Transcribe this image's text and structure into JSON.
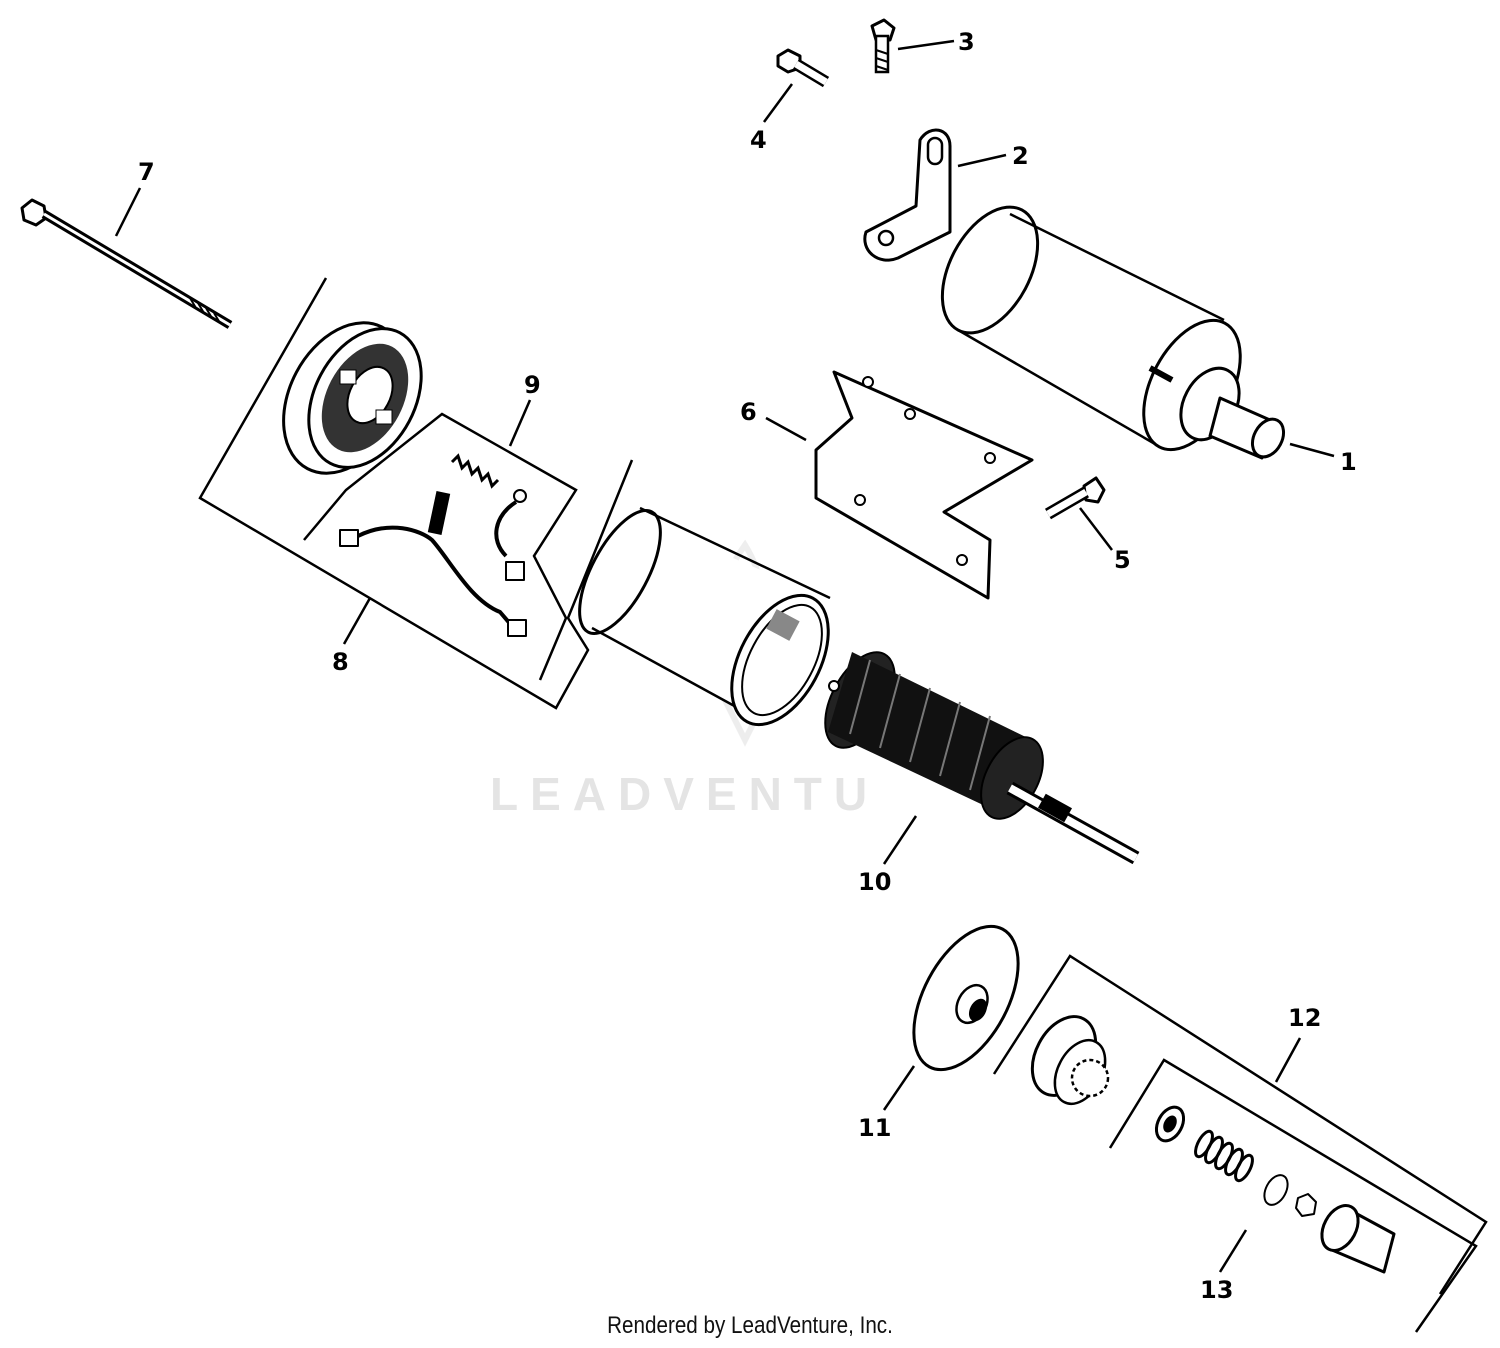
{
  "watermark": "LEADVENTU",
  "credit": "Rendered by LeadVenture, Inc.",
  "callouts": [
    {
      "id": "1",
      "text": "1"
    },
    {
      "id": "2",
      "text": "2"
    },
    {
      "id": "3",
      "text": "3"
    },
    {
      "id": "4",
      "text": "4"
    },
    {
      "id": "5",
      "text": "5"
    },
    {
      "id": "6",
      "text": "6"
    },
    {
      "id": "7",
      "text": "7"
    },
    {
      "id": "8",
      "text": "8"
    },
    {
      "id": "9",
      "text": "9"
    },
    {
      "id": "10",
      "text": "10"
    },
    {
      "id": "11",
      "text": "11"
    },
    {
      "id": "12",
      "text": "12"
    },
    {
      "id": "13",
      "text": "13"
    }
  ]
}
